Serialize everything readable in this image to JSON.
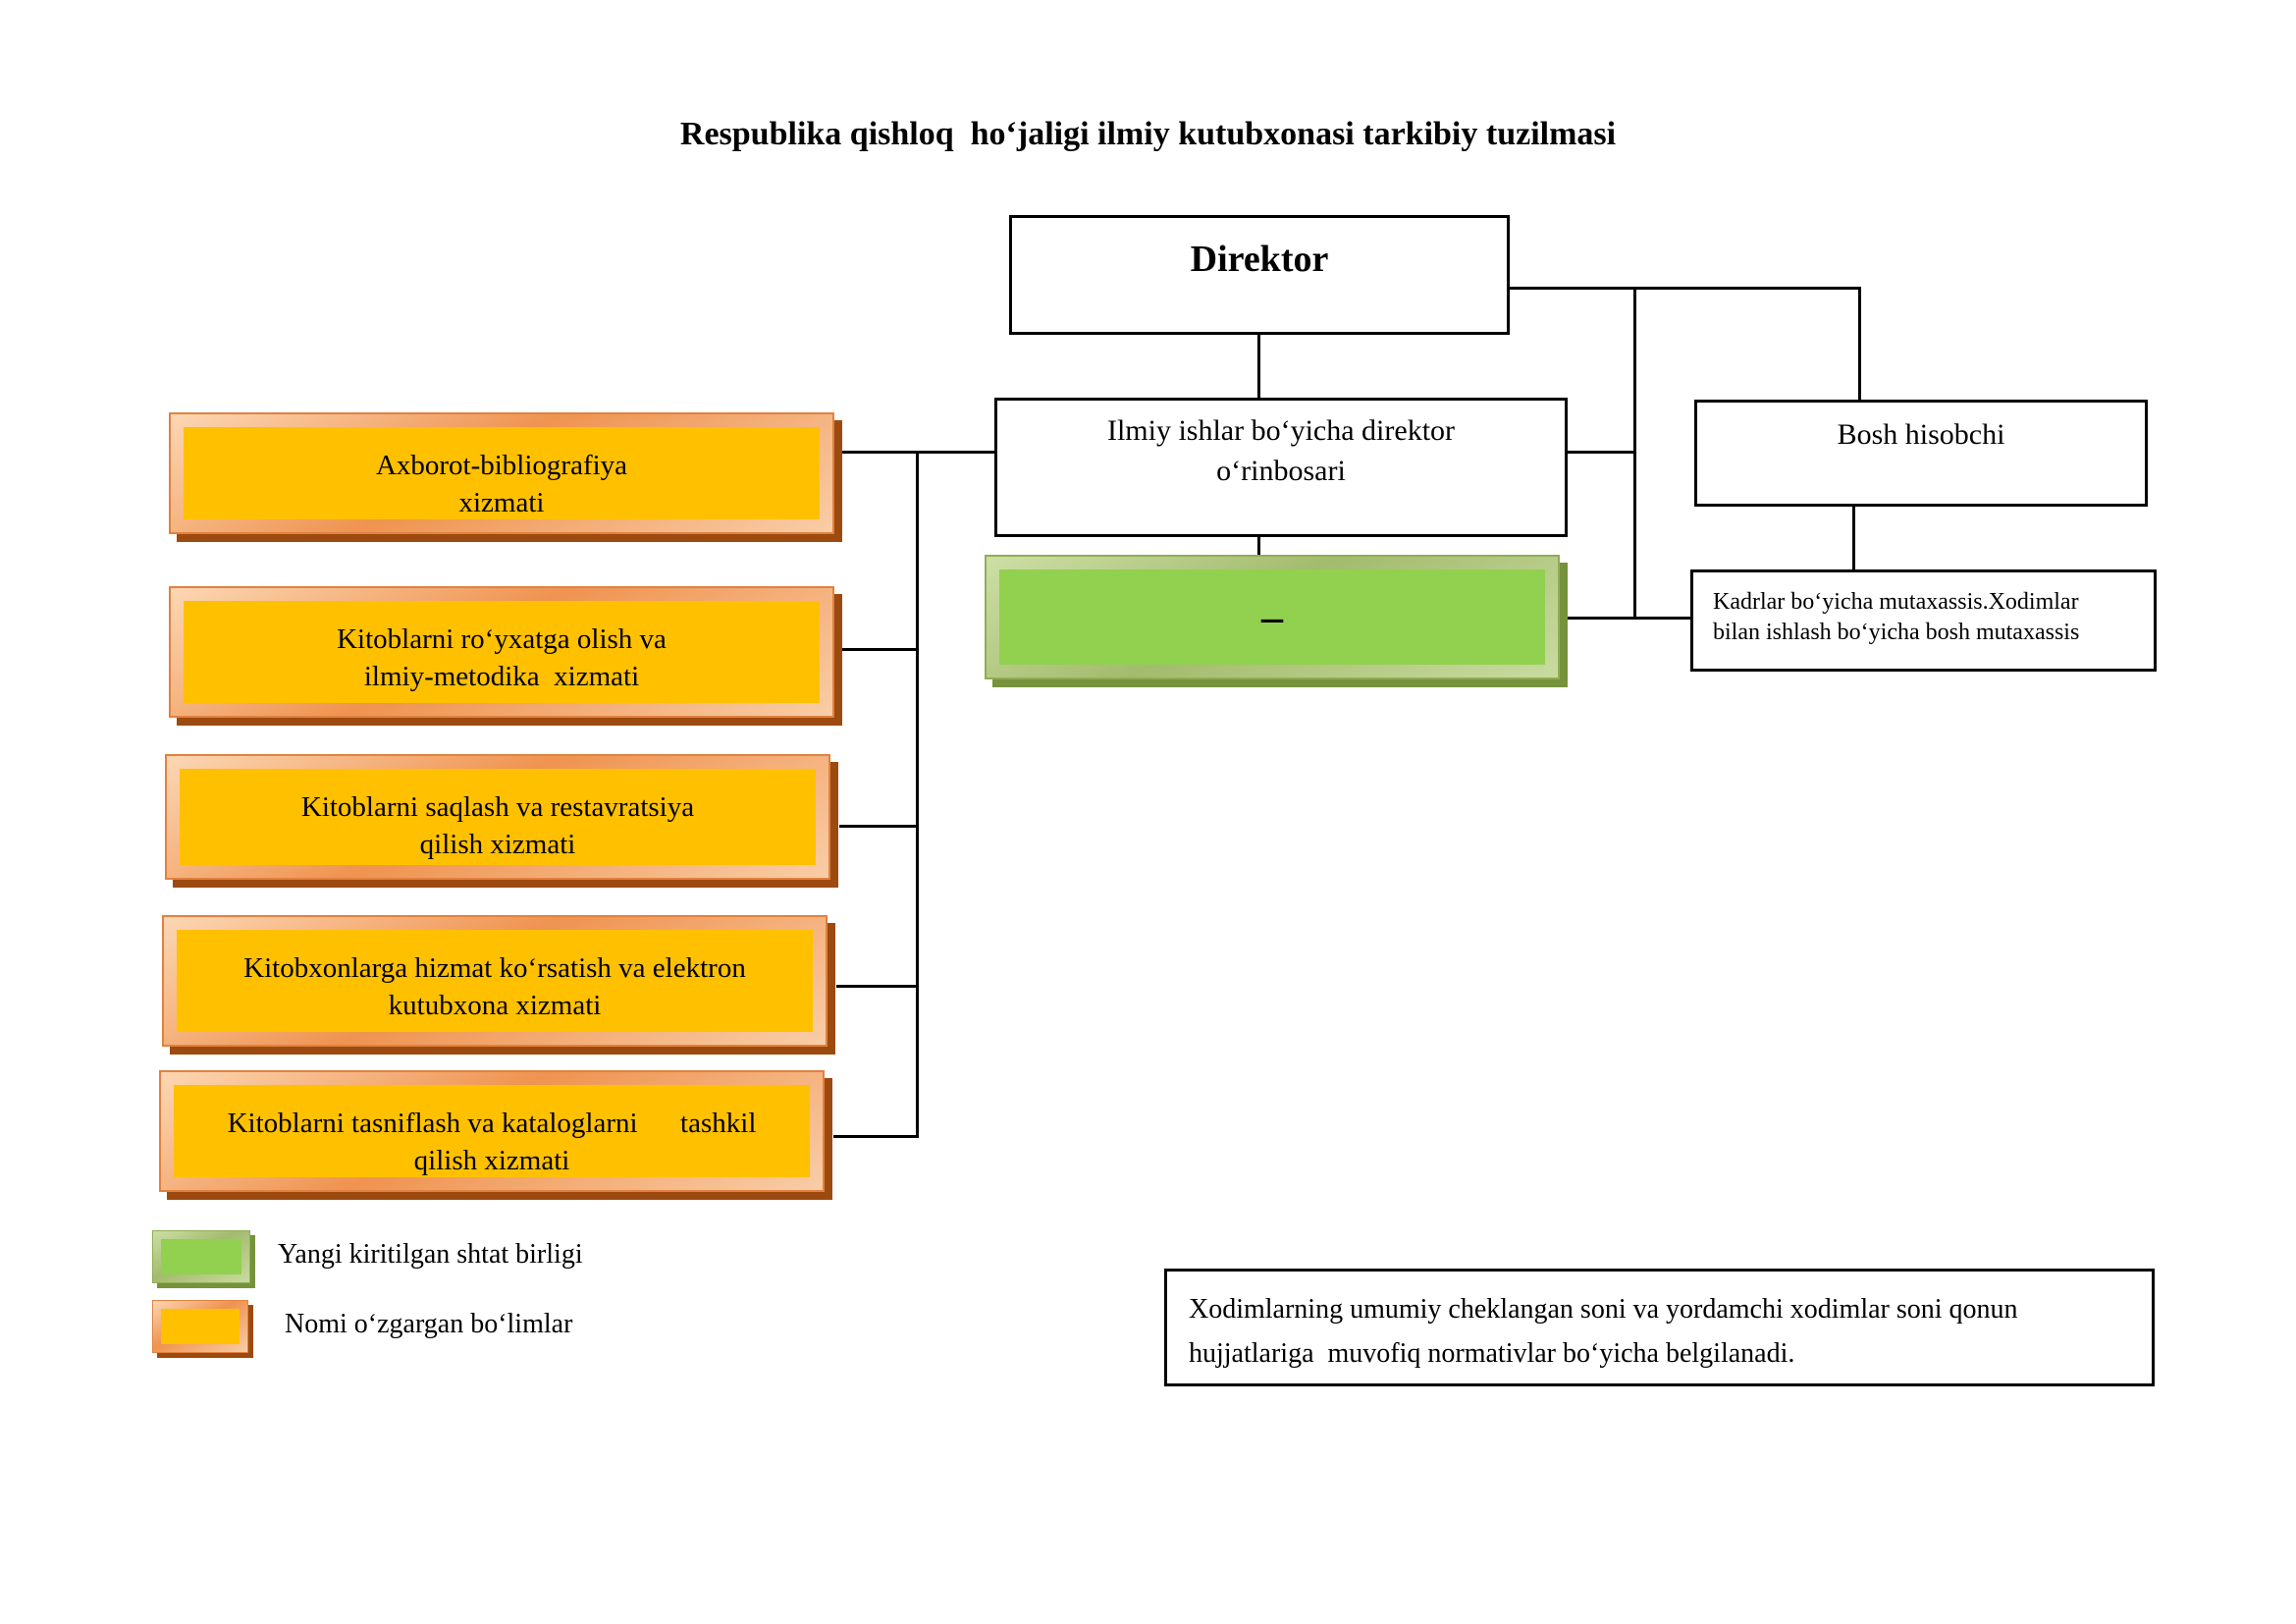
{
  "title": "Respublika qishloq  hoʻjaligi ilmiy kutubxonasi tarkibiy tuzilmasi",
  "nodes": {
    "direktor": {
      "label": "Direktor"
    },
    "ilmiy": {
      "line1": "Ilmiy ishlar boʻyicha direktor",
      "line2": "oʻrinbosari"
    },
    "bosh": {
      "label": "Bosh hisobchi"
    },
    "kadrlar": {
      "line1": "Kadrlar boʻyicha mutaxassis.Xodimlar",
      "line2": "bilan ishlash boʻyicha bosh mutaxassis"
    },
    "yangi_shtat": {
      "label": "–"
    }
  },
  "left_boxes": [
    {
      "line1": "Axborot-bibliografiya",
      "line2": "xizmati"
    },
    {
      "line1": "Kitoblarni roʻyxatga olish va",
      "line2": "ilmiy-metodika  xizmati"
    },
    {
      "line1": "Kitoblarni saqlash va restavratsiya",
      "line2": "qilish xizmati"
    },
    {
      "line1": "Kitobxonlarga hizmat koʻrsatish va elektron",
      "line2": "kutubxona xizmati"
    },
    {
      "line1": "Kitoblarni tasniflash va kataloglarni      tashkil",
      "line2": "qilish xizmati"
    }
  ],
  "legend": {
    "green_label": "Yangi kiritilgan shtat birligi",
    "orange_label": "Nomi oʻzgargan boʻlimlar"
  },
  "note": {
    "line1": "Xodimlarning umumiy cheklangan soni va yordamchi xodimlar soni qonun",
    "line2": "hujjatlariga  muvofiq normativlar boʻyicha belgilanadi."
  },
  "colors": {
    "orange_fill": "#FFC000",
    "orange_frame": "#F0954B",
    "orange_shadow": "#9C4A10",
    "green_fill": "#92D050",
    "green_frame": "#C3D69B",
    "green_shadow": "#76923C",
    "line": "#000000"
  }
}
